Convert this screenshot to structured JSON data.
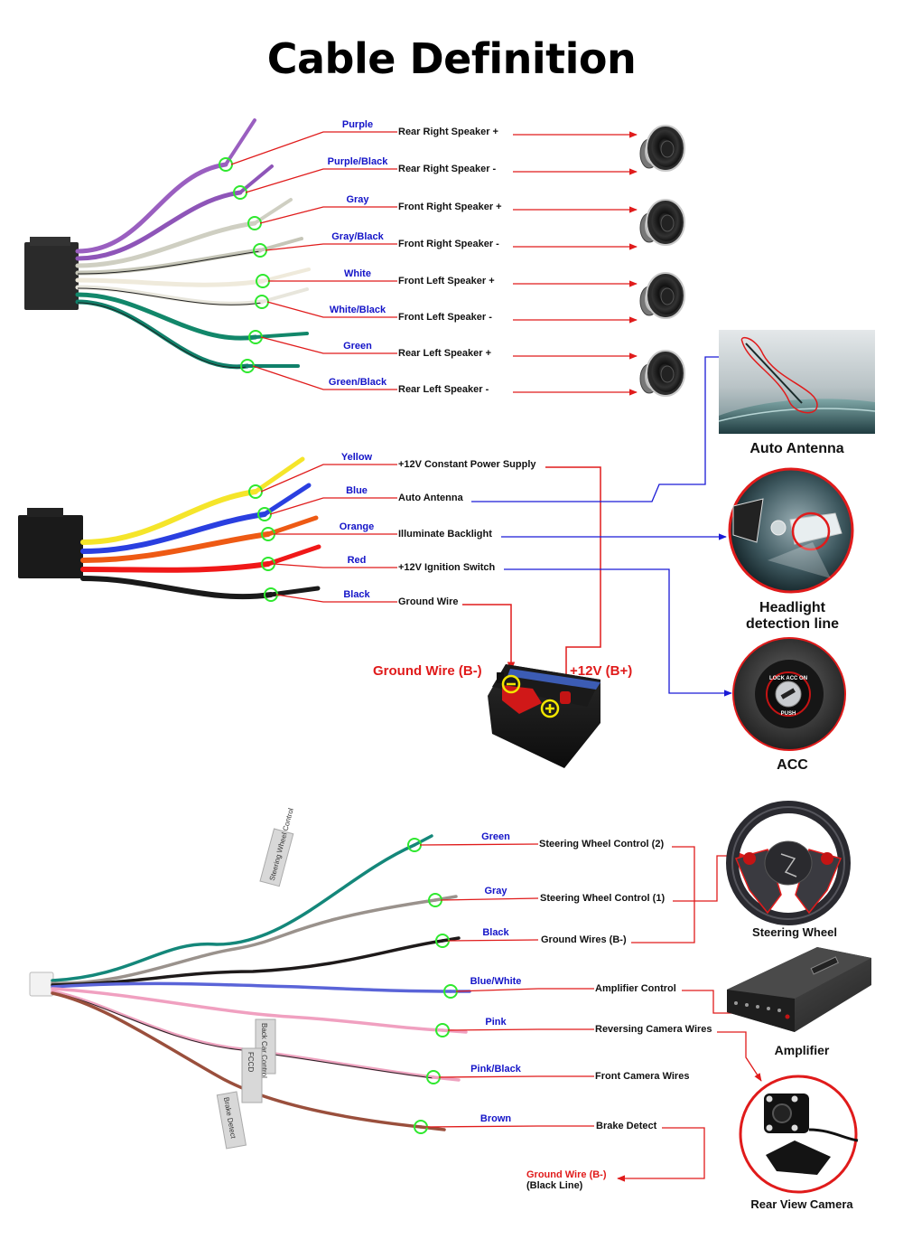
{
  "title": "Cable Definition",
  "colors": {
    "leader_red": "#e01b1b",
    "route_blue": "#1a1ad6",
    "wire_label_blue": "#1414c8",
    "marker_green": "#2ee82e",
    "terminal_yellow": "#f2e600"
  },
  "speaker_harness": {
    "wires": [
      {
        "color_name": "Purple",
        "function": "Rear Right Speaker +",
        "wire_hex": "#9a5fc0"
      },
      {
        "color_name": "Purple/Black",
        "function": "Rear Right Speaker -",
        "wire_hex": "#8e55b8"
      },
      {
        "color_name": "Gray",
        "function": "Front Right Speaker +",
        "wire_hex": "#cfcfc2"
      },
      {
        "color_name": "Gray/Black",
        "function": "Front Right Speaker -",
        "wire_hex": "#c6c6b8"
      },
      {
        "color_name": "White",
        "function": "Front Left Speaker +",
        "wire_hex": "#efeadb"
      },
      {
        "color_name": "White/Black",
        "function": "Front Left Speaker -",
        "wire_hex": "#e8e6dc"
      },
      {
        "color_name": "Green",
        "function": "Rear Left Speaker +",
        "wire_hex": "#12876a"
      },
      {
        "color_name": "Green/Black",
        "function": "Rear Left Speaker -",
        "wire_hex": "#10806a"
      }
    ],
    "device_icon": "speaker-icon"
  },
  "power_harness": {
    "wires": [
      {
        "color_name": "Yellow",
        "function": "+12V Constant Power Supply",
        "wire_hex": "#f5e52a"
      },
      {
        "color_name": "Blue",
        "function": "Auto Antenna",
        "wire_hex": "#2a3fe0"
      },
      {
        "color_name": "Orange",
        "function": "Illuminate Backlight",
        "wire_hex": "#ee5a14"
      },
      {
        "color_name": "Red",
        "function": "+12V  Ignition Switch",
        "wire_hex": "#f01818"
      },
      {
        "color_name": "Black",
        "function": "Ground Wire",
        "wire_hex": "#1a1a1a"
      }
    ],
    "battery": {
      "negative_label": "Ground Wire (B-)",
      "positive_label": "+12V  (B+)"
    },
    "devices": [
      {
        "label": "Auto Antenna",
        "icon": "car-antenna-image"
      },
      {
        "label_line1": "Headlight",
        "label_line2": "detection line",
        "icon": "headlight-image"
      },
      {
        "label": "ACC",
        "icon": "ignition-switch-image"
      }
    ]
  },
  "aux_harness": {
    "wires": [
      {
        "color_name": "Green",
        "function": "Steering Wheel Control (2)",
        "wire_hex": "#14877a"
      },
      {
        "color_name": "Gray",
        "function": "Steering Wheel Control (1)",
        "wire_hex": "#9a928c"
      },
      {
        "color_name": "Black",
        "function": "Ground Wires (B-)",
        "wire_hex": "#1e1a1a"
      },
      {
        "color_name": "Blue/White",
        "function": "Amplifier Control",
        "wire_hex": "#5a64d8"
      },
      {
        "color_name": "Pink",
        "function": "Reversing Camera Wires",
        "wire_hex": "#f0a0c0"
      },
      {
        "color_name": "Pink/Black",
        "function": "Front Camera Wires",
        "wire_hex": "#eea2bf"
      },
      {
        "color_name": "Brown",
        "function": "Brake Detect",
        "wire_hex": "#9a4f3c"
      }
    ],
    "tags": [
      "Steering Wheel Control",
      "Back Car Control",
      "FCCD",
      "Brake Detect"
    ],
    "ground_note": {
      "line1": "Ground Wire (B-)",
      "line2": "(Black Line)"
    },
    "devices": [
      {
        "label": "Steering Wheel",
        "icon": "steering-wheel-image"
      },
      {
        "label": "Amplifier",
        "icon": "amplifier-image"
      },
      {
        "label": "Rear View Camera",
        "icon": "rear-camera-image"
      }
    ]
  }
}
